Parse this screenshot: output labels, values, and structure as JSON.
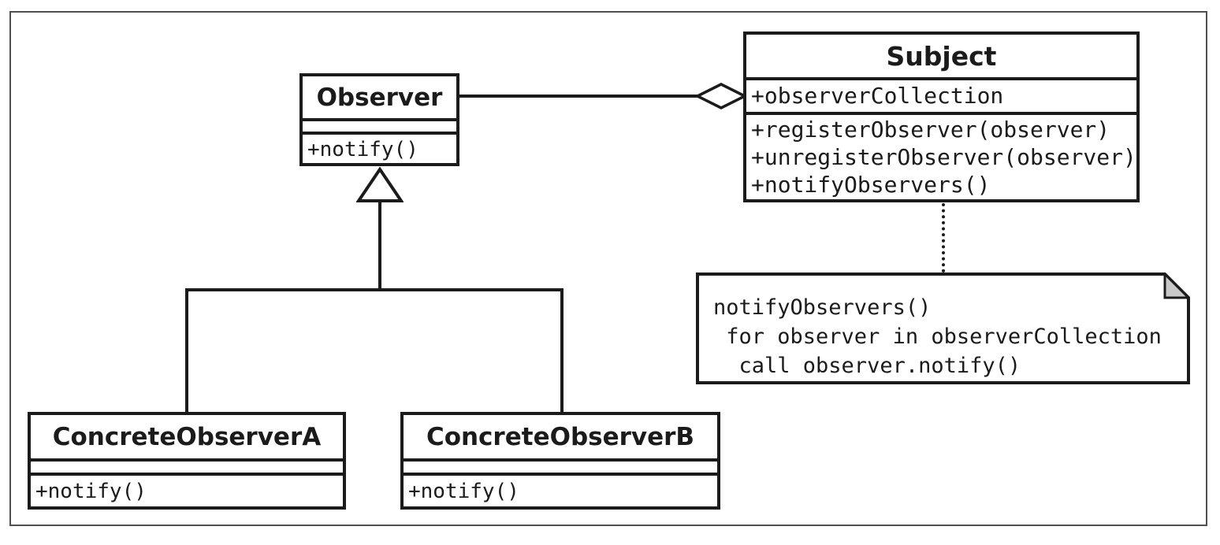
{
  "colors": {
    "line": "#1b1b1b",
    "background": "#ffffff",
    "frame_border": "#4f4f4f",
    "note_fold_shade": "#c8c8c8"
  },
  "classes": {
    "observer": {
      "name": "Observer",
      "attributes": [],
      "methods": [
        "+notify()"
      ]
    },
    "subject": {
      "name": "Subject",
      "attributes": [
        "+observerCollection"
      ],
      "methods": [
        "+registerObserver(observer)",
        "+unregisterObserver(observer)",
        "+notifyObservers()"
      ]
    },
    "concrete_a": {
      "name": "ConcreteObserverA",
      "attributes": [],
      "methods": [
        "+notify()"
      ]
    },
    "concrete_b": {
      "name": "ConcreteObserverB",
      "attributes": [],
      "methods": [
        "+notify()"
      ]
    }
  },
  "note": {
    "lines": [
      "notifyObservers()",
      " for observer in observerCollection",
      "  call observer.notify()"
    ]
  },
  "relationships": [
    {
      "type": "aggregation",
      "from": "Observer",
      "to": "Subject",
      "marker": "hollow-diamond-at-subject"
    },
    {
      "type": "inheritance",
      "from": "ConcreteObserverA",
      "to": "Observer",
      "marker": "hollow-triangle-at-observer"
    },
    {
      "type": "inheritance",
      "from": "ConcreteObserverB",
      "to": "Observer",
      "marker": "hollow-triangle-at-observer"
    },
    {
      "type": "note-anchor",
      "from": "Subject",
      "to": "note",
      "style": "dotted"
    }
  ]
}
